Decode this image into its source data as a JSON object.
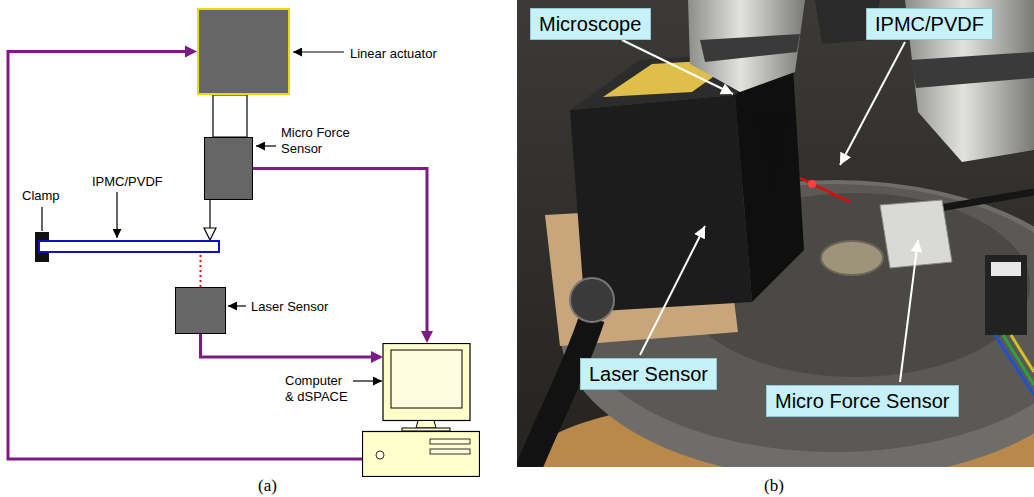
{
  "diagram": {
    "nodes": [
      {
        "text": [
          "Linear actuator"
        ]
      },
      {
        "text": [
          "Micro Force Sensor"
        ]
      },
      {
        "text": [
          "Clamp"
        ]
      },
      {
        "text": [
          "IPMC/PVDF"
        ]
      },
      {
        "text": [
          "Laser Sensor"
        ]
      },
      {
        "text": [
          "Computer & dSPACE"
        ]
      },
      {
        "text": [
          "Microscope"
        ]
      },
      {
        "text": [
          "IPMC/PVDF"
        ]
      },
      {
        "text": [
          "Laser Sensor"
        ]
      },
      {
        "text": [
          "Micro Force Sensor"
        ]
      }
    ],
    "edges": [
      {
        "from": 1,
        "to": 5,
        "arrow": "to"
      },
      {
        "from": 4,
        "to": 5,
        "arrow": "to"
      },
      {
        "from": 5,
        "to": 0,
        "arrow": "to"
      },
      {
        "from": 0,
        "to": 1,
        "arrow": "none"
      },
      {
        "from": 1,
        "to": 3,
        "arrow": "to"
      },
      {
        "from": 4,
        "to": 3,
        "arrow": "none"
      }
    ],
    "labels": [
      "(a)",
      "(b)"
    ]
  }
}
